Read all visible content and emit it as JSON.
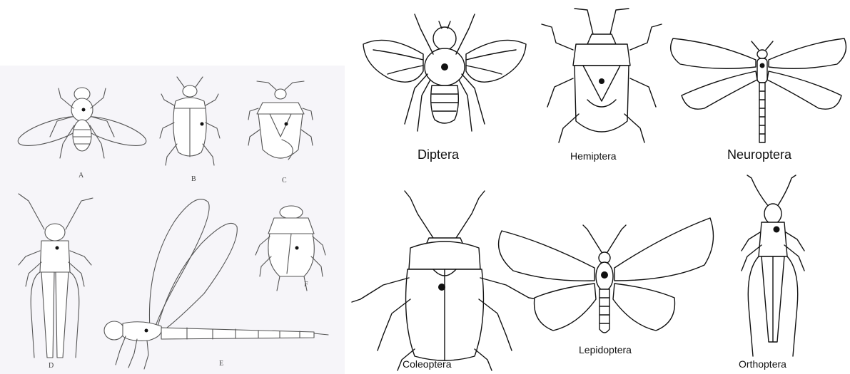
{
  "left_panel": {
    "labels": [
      "A",
      "B",
      "C",
      "D",
      "E",
      "F"
    ]
  },
  "right_panel": {
    "labels": {
      "diptera": "Diptera",
      "hemiptera": "Hemiptera",
      "neuroptera": "Neuroptera",
      "coleoptera": "Coleoptera",
      "lepidoptera": "Lepidoptera",
      "orthoptera": "Orthoptera"
    }
  },
  "colors": {
    "left_background": "#f6f5f9",
    "right_background": "#ffffff",
    "sketch_stroke": "#555555",
    "ink_stroke": "#111111"
  }
}
